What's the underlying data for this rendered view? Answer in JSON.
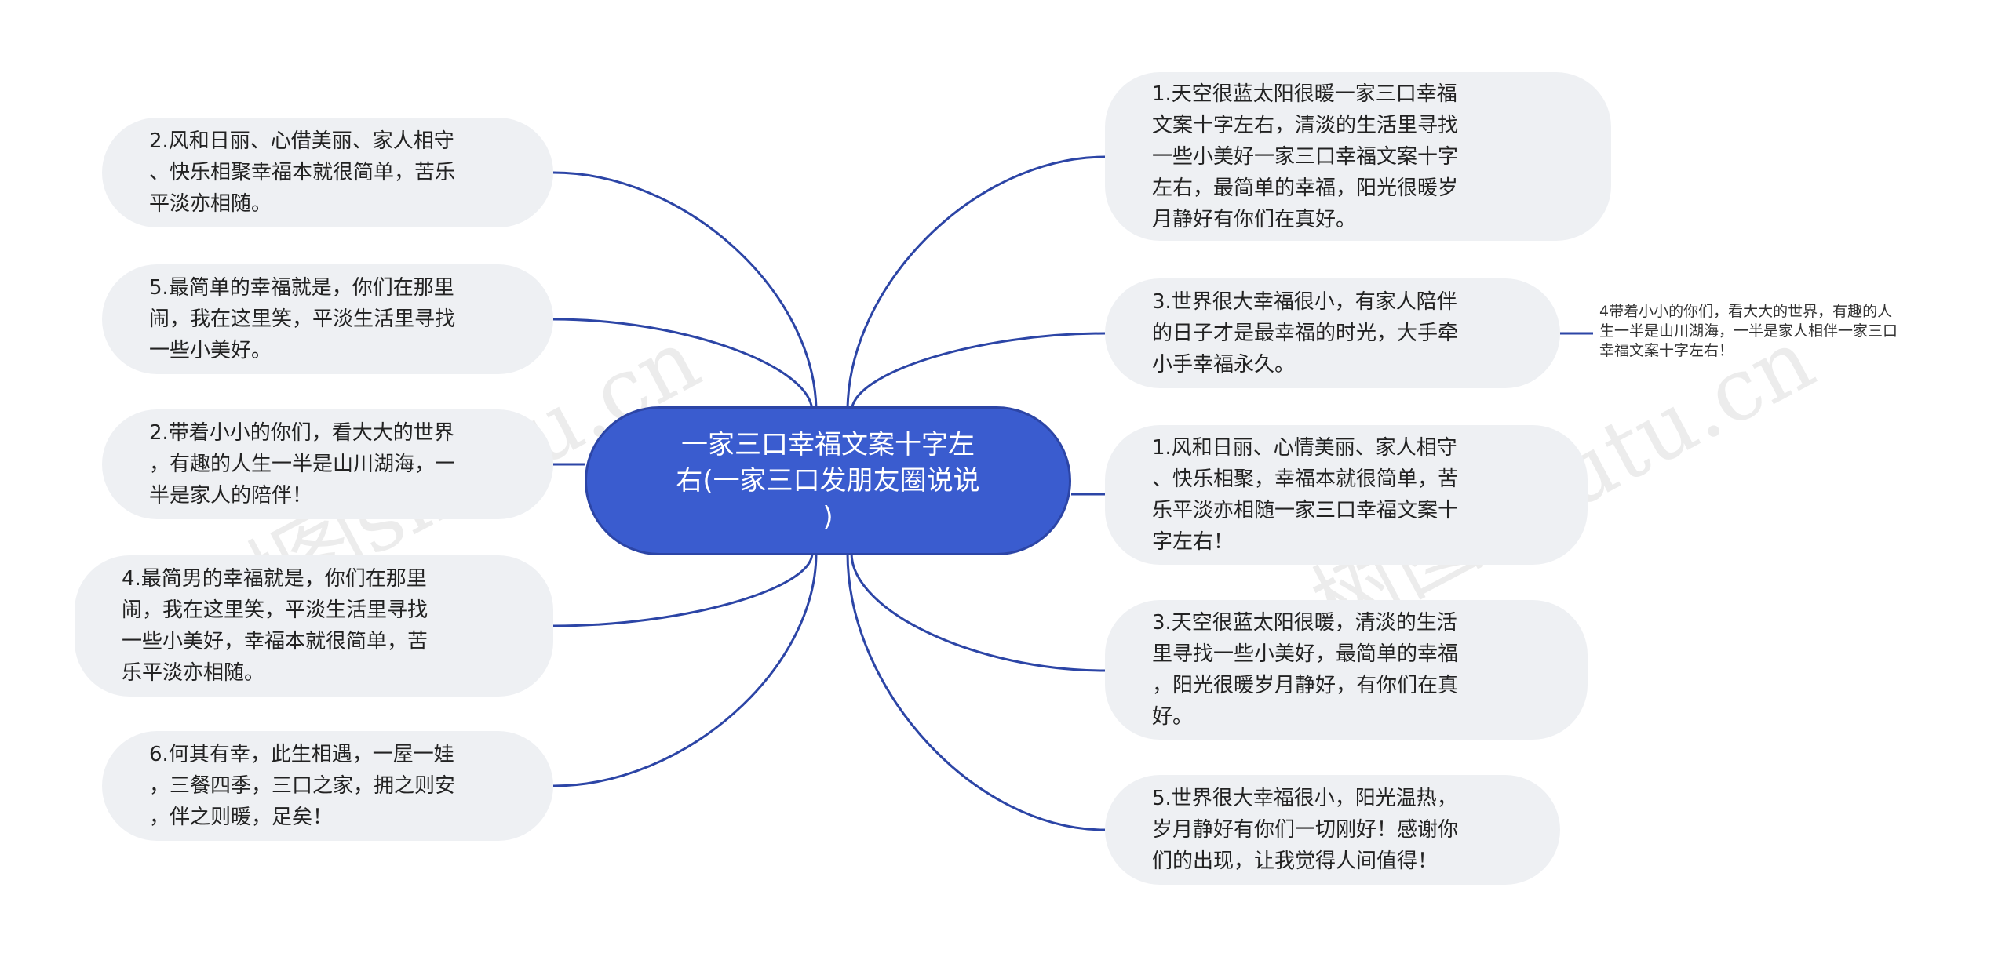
{
  "colors": {
    "edge": "#2c45a6",
    "center_fill": "#3a5ccf",
    "node_fill": "#eef0f3",
    "text": "#222222"
  },
  "watermark": "树图shutu.cn",
  "center": {
    "text": "一家三口幸福文案十字左\n右(一家三口发朋友圈说说\n)"
  },
  "left_nodes": [
    {
      "text": "2.风和日丽、心借美丽、家人相守\n、快乐相聚幸福本就很简单，苦乐\n平淡亦相随。"
    },
    {
      "text": "5.最简单的幸福就是，你们在那里\n闹，我在这里笑，平淡生活里寻找\n一些小美好。"
    },
    {
      "text": "2.带着小小的你们，看大大的世界\n，有趣的人生一半是山川湖海，一\n半是家人的陪伴！"
    },
    {
      "text": "4.最简男的幸福就是，你们在那里\n闹，我在这里笑，平淡生活里寻找\n一些小美好，幸福本就很简单，苦\n乐平淡亦相随。"
    },
    {
      "text": "6.何其有幸，此生相遇，一屋一娃\n，三餐四季，三口之家，拥之则安\n，伴之则暖，足矣！"
    }
  ],
  "right_nodes": [
    {
      "text": "1.天空很蓝太阳很暖一家三口幸福\n文案十字左右，清淡的生活里寻找\n一些小美好一家三口幸福文案十字\n左右，最简单的幸福，阳光很暖岁\n月静好有你们在真好。"
    },
    {
      "text": "3.世界很大幸福很小，有家人陪伴\n的日子才是最幸福的时光，大手牵\n小手幸福永久。"
    },
    {
      "text": "1.风和日丽、心情美丽、家人相守\n、快乐相聚，幸福本就很简单，苦\n乐平淡亦相随一家三口幸福文案十\n字左右！"
    },
    {
      "text": "3.天空很蓝太阳很暖，清淡的生活\n里寻找一些小美好，最简单的幸福\n，阳光很暖岁月静好，有你们在真\n好。"
    },
    {
      "text": "5.世界很大幸福很小，阳光温热，\n岁月静好有你们一切刚好！感谢你\n们的出现，让我觉得人间值得！"
    }
  ],
  "leaf": {
    "text": "4带着小小的你们，看大大的世界，有趣的人\n生一半是山川湖海，一半是家人相伴一家三口\n幸福文案十字左右！"
  }
}
